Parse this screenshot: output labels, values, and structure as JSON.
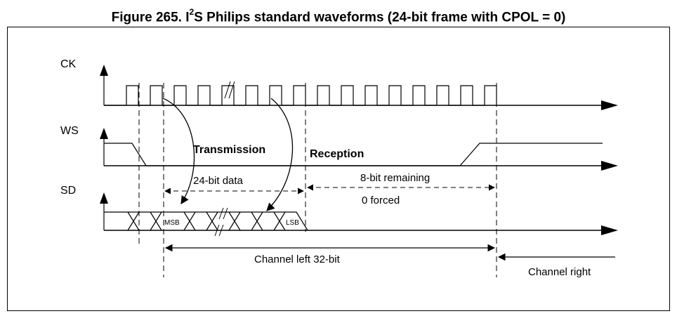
{
  "title": {
    "prefix": "Figure 265. I",
    "sup": "2",
    "suffix": "S Philips standard waveforms (24-bit frame with CPOL = 0)"
  },
  "signals": {
    "ck": "CK",
    "ws": "WS",
    "sd": "SD"
  },
  "annotations": {
    "transmission": "Transmission",
    "reception": "Reception",
    "data_24bit": "24-bit data",
    "remaining_8bit": "8-bit remaining",
    "forced_0": "0 forced",
    "msb": "MSB",
    "lsb": "LSB",
    "channel_left": "Channel left 32-bit",
    "channel_right": "Channel right"
  }
}
